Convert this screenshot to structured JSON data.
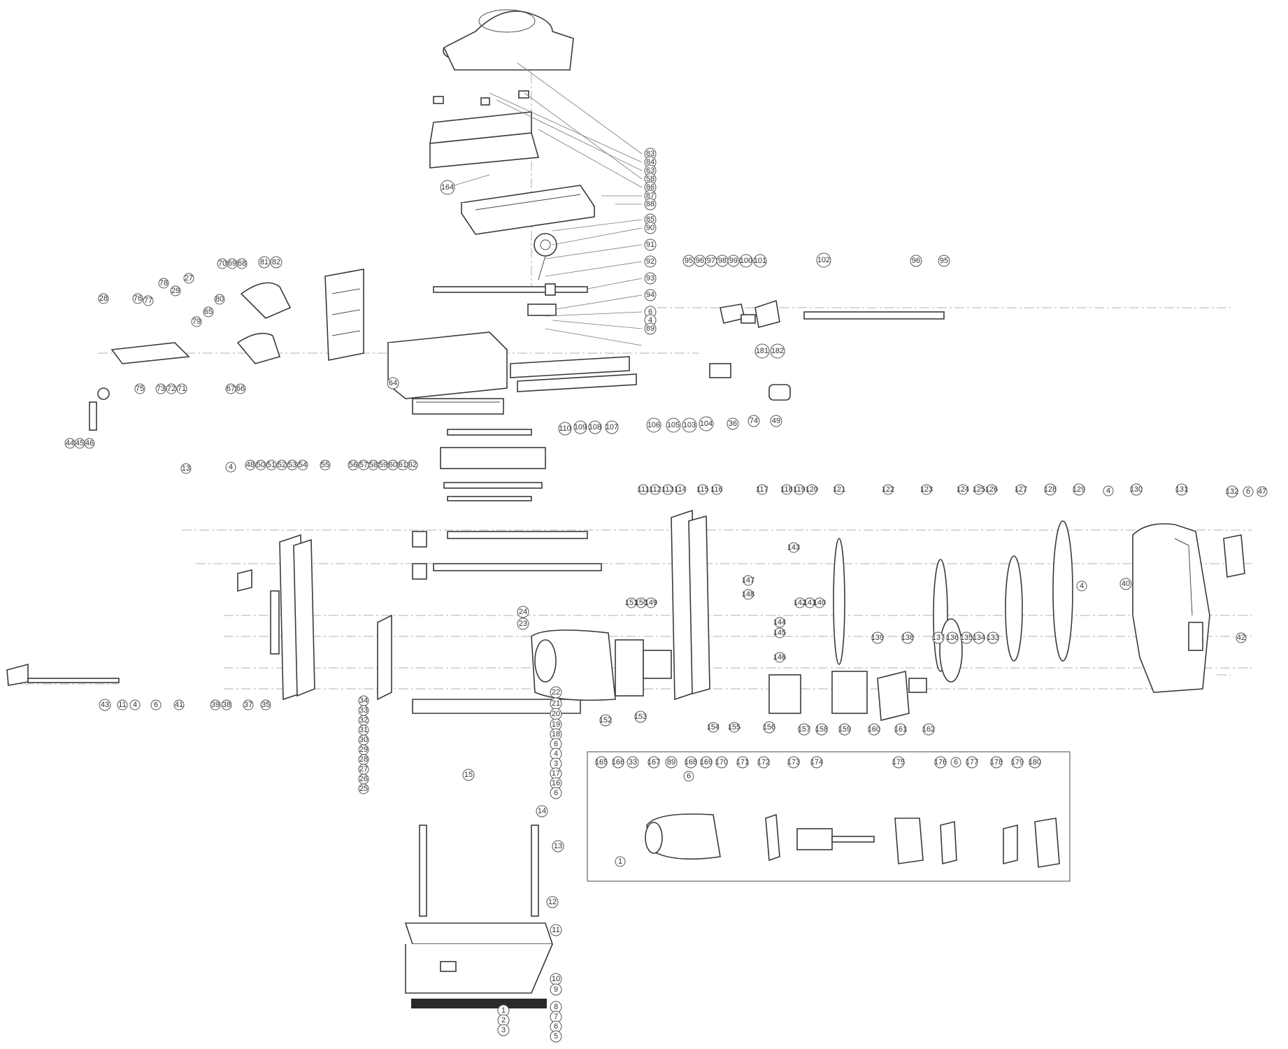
{
  "diagram": {
    "callouts": {
      "c83": "83",
      "c84": "84",
      "c63": "63",
      "c58": "58",
      "c86": "86",
      "c87": "87",
      "c88": "88",
      "c85": "85",
      "c90": "90",
      "c91": "91",
      "c92": "92",
      "c93": "93",
      "c94": "94",
      "c6": "6",
      "c4": "4",
      "c89": "89",
      "c164": "164",
      "c95": "95",
      "c96": "96",
      "c97": "97",
      "c98": "98",
      "c99": "99",
      "c100": "100",
      "c101": "101",
      "c102": "102",
      "c181": "181",
      "c182": "182",
      "c106": "106",
      "c105": "105",
      "c103": "103",
      "c104": "104",
      "c36": "36",
      "c74": "74",
      "c49": "49",
      "c110": "110",
      "c109": "109",
      "c108": "108",
      "c107": "107",
      "c64": "64",
      "c70": "70",
      "c69": "69",
      "c68": "68",
      "c81": "81",
      "c82": "82",
      "c27": "27",
      "c28": "28",
      "c76": "76",
      "c77": "77",
      "c78": "78",
      "c29": "29",
      "c65": "65",
      "c79": "79",
      "c80": "80",
      "c75": "75",
      "c73": "73",
      "c72": "72",
      "c71": "71",
      "c67": "67",
      "c66": "66",
      "c44": "44",
      "c45": "45",
      "c46": "46",
      "c13": "13",
      "c48": "48",
      "c50": "50",
      "c51": "51",
      "c52": "52",
      "c53": "53",
      "c54": "54",
      "c55": "55",
      "c56": "56",
      "c57": "57",
      "c59": "59",
      "c60": "60",
      "c61": "61",
      "c62": "62",
      "c43": "43",
      "c11": "11",
      "c41": "41",
      "c39": "39",
      "c38": "38",
      "c37": "37",
      "c35": "35",
      "c34": "34",
      "c33": "33",
      "c32": "32",
      "c31": "31",
      "c30": "30",
      "c26": "26",
      "c25": "25",
      "c24": "24",
      "c23": "23",
      "c22": "22",
      "c21": "21",
      "c20": "20",
      "c19": "19",
      "c18": "18",
      "c17": "17",
      "c16": "16",
      "c15": "15",
      "c14": "14",
      "c12": "12",
      "c10": "10",
      "c9": "9",
      "c8": "8",
      "c7": "7",
      "c5": "5",
      "c3": "3",
      "c2": "2",
      "c1": "1",
      "c112": "112",
      "c113": "113",
      "c114": "114",
      "c115": "115",
      "c116": "116",
      "c117": "117",
      "c118": "118",
      "c119": "119",
      "c120": "120",
      "c121": "121",
      "c122": "122",
      "c123": "123",
      "c124": "124",
      "c125": "125",
      "c126": "126",
      "c127": "127",
      "c128": "128",
      "c129": "129",
      "c130": "130",
      "c131": "131",
      "c132": "132",
      "c47": "47",
      "c42": "42",
      "c40": "40",
      "c139": "139",
      "c138": "138",
      "c137": "137",
      "c136": "136",
      "c135": "135",
      "c134": "134",
      "c133": "133",
      "c143": "143",
      "c147": "147",
      "c148": "148",
      "c144": "144",
      "c145": "145",
      "c146": "146",
      "c140": "140",
      "c141": "141",
      "c142": "142",
      "c111": "111",
      "c151": "151",
      "c150": "150",
      "c149": "149",
      "c152": "152",
      "c153": "153",
      "c154": "154",
      "c155": "155",
      "c156": "156",
      "c157": "157",
      "c158": "158",
      "c159": "159",
      "c160": "160",
      "c161": "161",
      "c162": "162",
      "c165": "165",
      "c166": "166",
      "c167": "167",
      "c168": "168",
      "c169": "169",
      "c170": "170",
      "c171": "171",
      "c172": "172",
      "c173": "173",
      "c174": "174",
      "c175": "175",
      "c176": "176",
      "c177": "177",
      "c178": "178",
      "c179": "179",
      "c180": "180"
    }
  }
}
